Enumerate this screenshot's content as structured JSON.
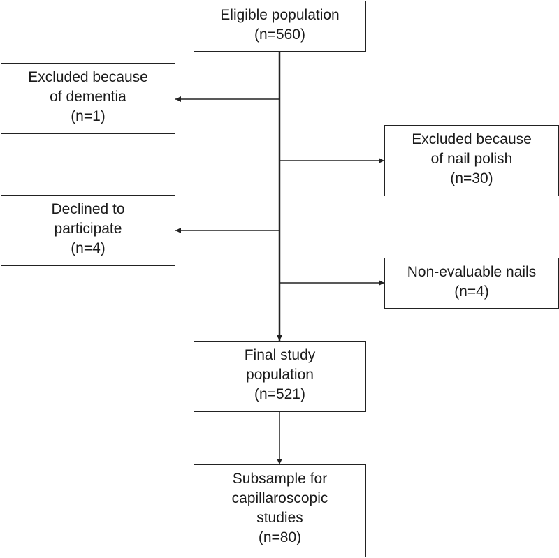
{
  "flowchart": {
    "eligible": {
      "line1": "Eligible population",
      "line2": "(n=560)"
    },
    "excl_dementia": {
      "line1": "Excluded because",
      "line2": "of dementia",
      "line3": "(n=1)"
    },
    "excl_polish": {
      "line1": "Excluded because",
      "line2": "of nail polish",
      "line3": "(n=30)"
    },
    "declined": {
      "line1": "Declined to",
      "line2": "participate",
      "line3": "(n=4)"
    },
    "non_evaluable": {
      "line1": "Non-evaluable nails",
      "line2": "(n=4)"
    },
    "final": {
      "line1": "Final study",
      "line2": "population",
      "line3": "(n=521)"
    },
    "subsample": {
      "line1": "Subsample for",
      "line2": "capillaroscopic",
      "line3": "studies",
      "line4": "(n=80)"
    }
  }
}
